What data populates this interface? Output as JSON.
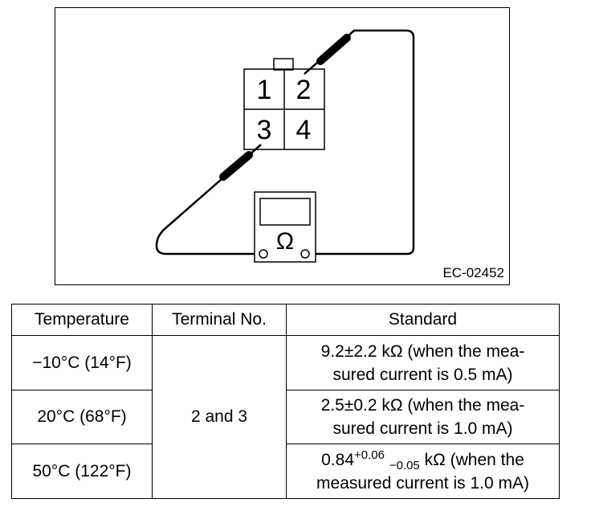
{
  "diagram": {
    "connector_terminals": [
      "1",
      "2",
      "3",
      "4"
    ],
    "meter_symbol": "Ω",
    "figure_code": "EC-02452"
  },
  "table": {
    "headers": [
      "Temperature",
      "Terminal No.",
      "Standard"
    ],
    "terminal_no": "2 and 3",
    "rows": [
      {
        "temperature": "−10°C (14°F)",
        "standard_line1": "9.2±2.2 kΩ (when the mea-",
        "standard_line2": "sured current is 0.5 mA)"
      },
      {
        "temperature": "20°C (68°F)",
        "standard_line1": "2.5±0.2 kΩ (when the mea-",
        "standard_line2": "sured current is 1.0 mA)"
      },
      {
        "temperature": "50°C (122°F)",
        "standard_base": "0.84",
        "standard_sup": "+0.06",
        "standard_sub": "−0.05",
        "standard_rest": " kΩ (when the",
        "standard_line2": "measured current is 1.0 mA)"
      }
    ]
  }
}
